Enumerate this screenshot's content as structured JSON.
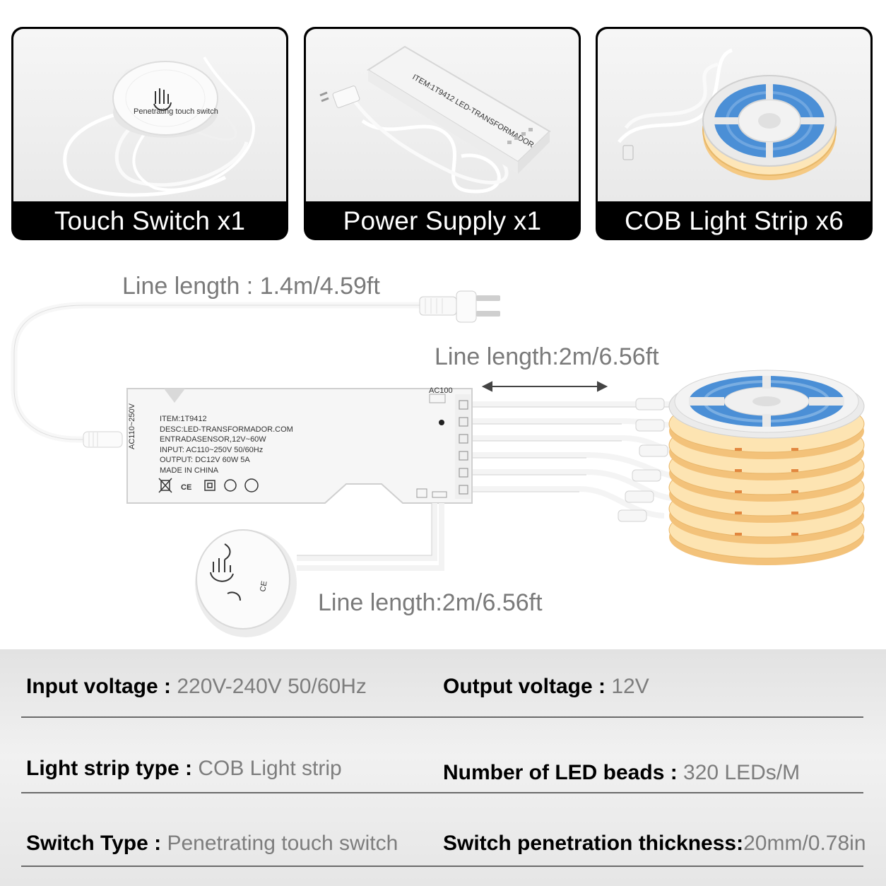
{
  "cards": [
    {
      "caption": "Touch Switch x1",
      "icon": "touch-switch-photo"
    },
    {
      "caption": "Power Supply x1",
      "icon": "power-supply-photo"
    },
    {
      "caption": "COB Light Strip x6",
      "icon": "cob-strip-photo"
    }
  ],
  "diagram": {
    "plug_line": "Line length : 1.4m/4.59ft",
    "strip_line": "Line length:2m/6.56ft",
    "switch_line": "Line length:2m/6.56ft",
    "psu_label": {
      "port": "AC100",
      "lines": [
        "ITEM:1T9412",
        "DESC:LED-TRANSFORMADOR.COM",
        "ENTRADASENSOR,12V~60W",
        "INPUT: AC110~250V 50/60Hz",
        "OUTPUT: DC12V 60W 5A",
        "MADE IN CHINA"
      ],
      "ce": "CE"
    },
    "switch_ce": "CE"
  },
  "specs": [
    {
      "key": "Input voltage : ",
      "value": "220V-240V 50/60Hz"
    },
    {
      "key": "Output voltage : ",
      "value": "12V"
    },
    {
      "key": "Light strip type : ",
      "value": "COB Light strip"
    },
    {
      "key": "Number of LED beads : ",
      "value": "320 LEDs/M"
    },
    {
      "key": "Switch Type : ",
      "value": "Penetrating touch switch"
    },
    {
      "key": "Switch penetration thickness:",
      "value": "20mm/0.78in"
    }
  ],
  "colors": {
    "caption_bg": "#000000",
    "caption_text": "#ffffff",
    "label_gray": "#7a7a7a",
    "strip_warm": "#f7cf8e",
    "reel_blue": "#4b8fd6"
  }
}
